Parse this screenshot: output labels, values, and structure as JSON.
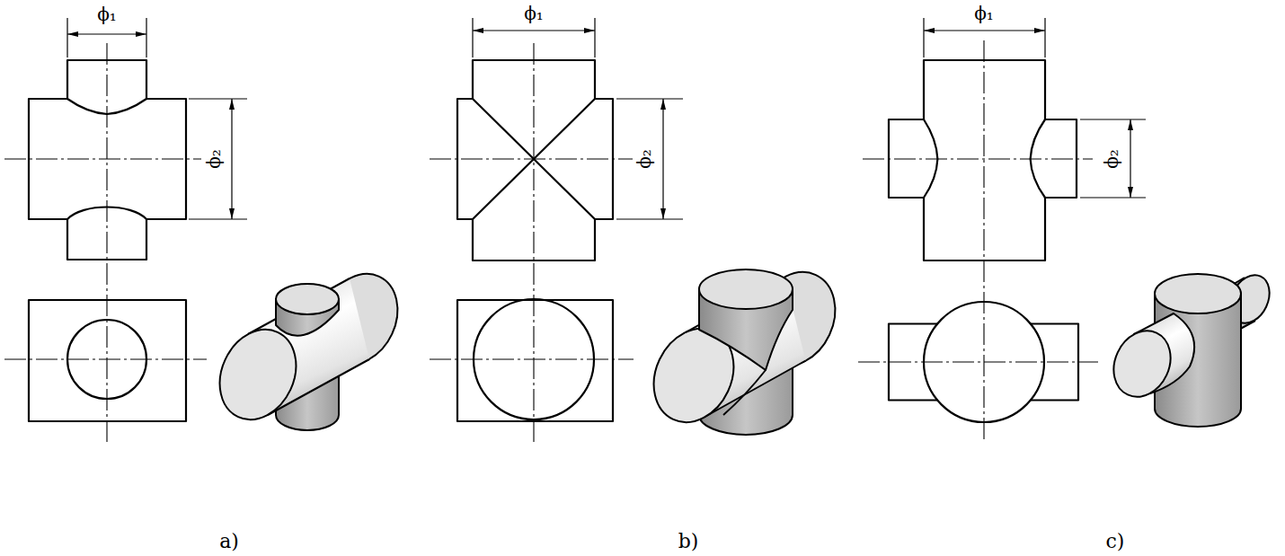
{
  "diagram": {
    "labels": [
      "ϕ₁",
      "ϕ₂",
      "ϕ₁",
      "ϕ₂",
      "ϕ₁",
      "ϕ₂",
      "a)",
      "b)",
      "c)"
    ]
  }
}
